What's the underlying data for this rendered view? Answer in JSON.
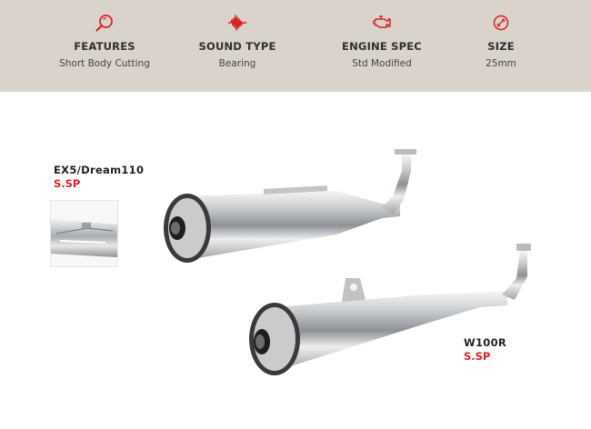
{
  "specs": [
    {
      "icon": "magnifier-icon",
      "title": "FEATURES",
      "value": "Short Body Cutting"
    },
    {
      "icon": "sound-wave-icon",
      "title": "SOUND TYPE",
      "value": "Bearing"
    },
    {
      "icon": "engine-icon",
      "title": "ENGINE SPEC",
      "value": "Std Modified"
    },
    {
      "icon": "diameter-icon",
      "title": "SIZE",
      "value": "25mm"
    }
  ],
  "products": [
    {
      "model": "EX5/Dream110",
      "code": "S.SP"
    },
    {
      "model": "W100R",
      "code": "S.SP"
    }
  ],
  "colors": {
    "accent": "#d8232a",
    "spec_bar": "#d9d3cb"
  }
}
